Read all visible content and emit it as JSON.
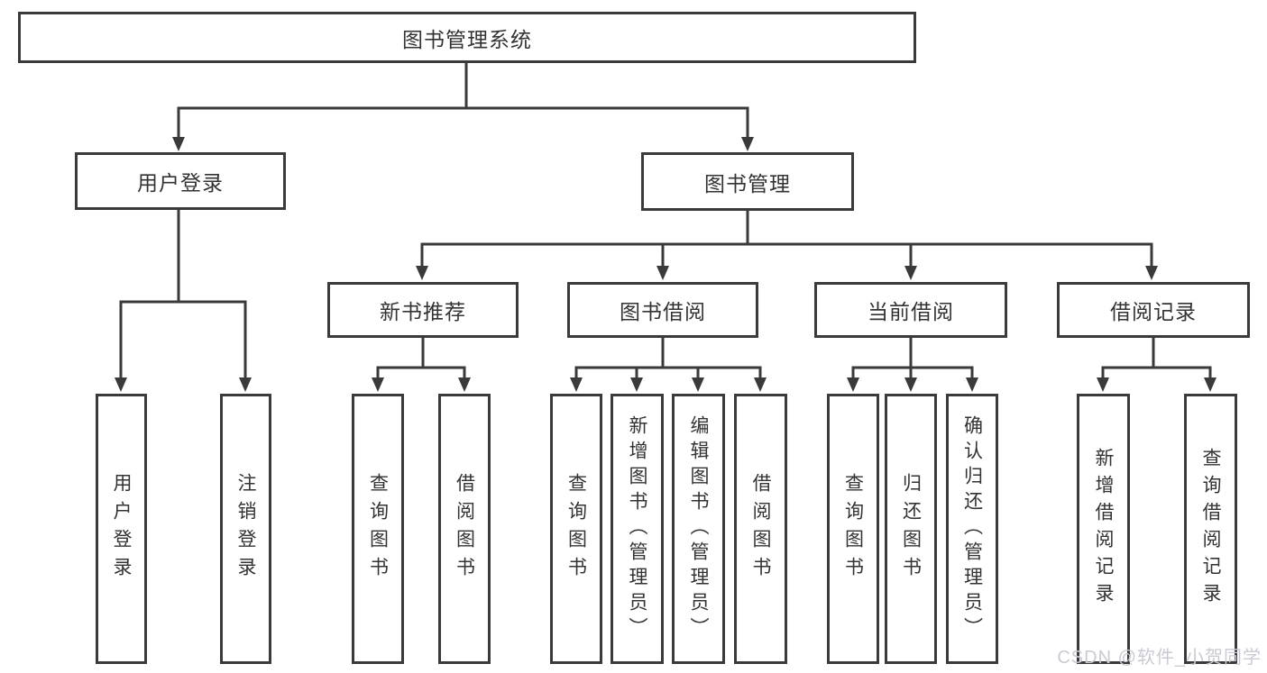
{
  "diagram_title": "图书管理系统",
  "tree": {
    "root": "图书管理系统",
    "children": [
      {
        "label": "用户登录",
        "children": [
          "用户登录",
          "注销登录"
        ]
      },
      {
        "label": "图书管理",
        "children": [
          {
            "label": "新书推荐",
            "children": [
              "查询图书",
              "借阅图书"
            ]
          },
          {
            "label": "图书借阅",
            "children": [
              "查询图书",
              "新增图书（管理员）",
              "编辑图书（管理员）",
              "借阅图书"
            ]
          },
          {
            "label": "当前借阅",
            "children": [
              "查询图书",
              "归还图书",
              "确认归还（管理员）"
            ]
          },
          {
            "label": "借阅记录",
            "children": [
              "新增借阅记录",
              "查询借阅记录"
            ]
          }
        ]
      }
    ]
  },
  "watermark": "CSDN @软件_小贺同学",
  "colors": {
    "line": "#3a3a3a",
    "box_border": "#3a3a3a",
    "text": "#333333",
    "watermark": "#c9cad3",
    "background": "#ffffff"
  }
}
